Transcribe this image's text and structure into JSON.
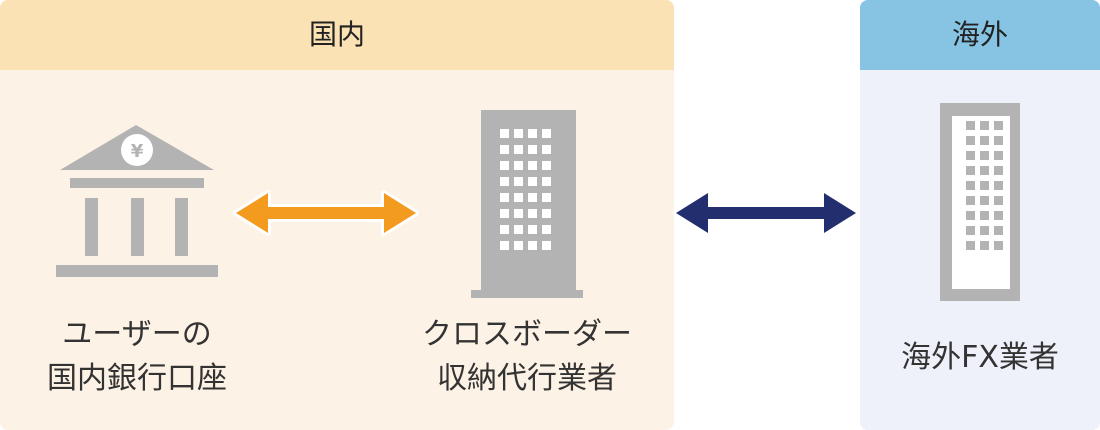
{
  "domestic": {
    "header": "国内",
    "bank": {
      "label_line1": "ユーザーの",
      "label_line2": "国内銀行口座",
      "icon": "bank-icon",
      "symbol": "¥"
    },
    "agent": {
      "label_line1": "クロスボーダー",
      "label_line2": "収納代行業者",
      "icon": "building-icon"
    },
    "color_header": "#fbe2b4",
    "color_body": "#fdf2e6"
  },
  "overseas": {
    "header": "海外",
    "broker": {
      "label": "海外FX業者",
      "icon": "building-icon"
    },
    "color_header": "#87c4e4",
    "color_body": "#eef0fa"
  },
  "arrows": {
    "domestic_color": "#f39b1f",
    "crossborder_color": "#232e6e"
  },
  "icon_color": "#b3b3b3"
}
